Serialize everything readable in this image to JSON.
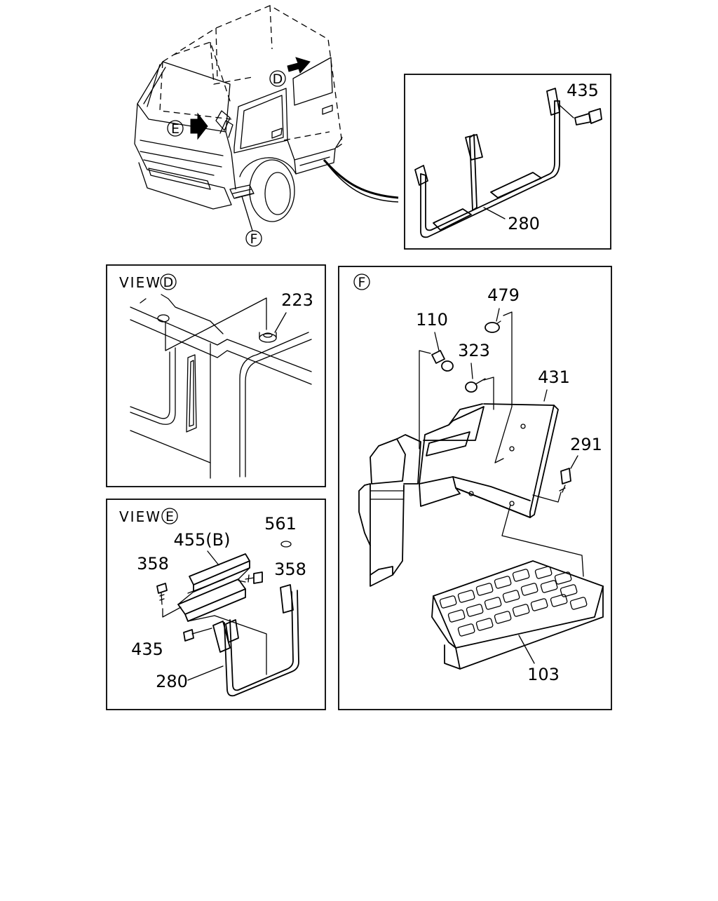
{
  "views": {
    "view_d_label": "VIEW",
    "view_d_letter": "D",
    "view_e_label": "VIEW",
    "view_e_letter": "E",
    "view_f_letter": "F"
  },
  "overview": {
    "marker_d": "D",
    "marker_e": "E",
    "marker_f": "F"
  },
  "parts": {
    "p435_top": "435",
    "p280_top": "280",
    "p223": "223",
    "p561": "561",
    "p455b": "455(B)",
    "p358_left": "358",
    "p358_right": "358",
    "p435_e": "435",
    "p280_e": "280",
    "p479": "479",
    "p110": "110",
    "p323": "323",
    "p431": "431",
    "p291": "291",
    "p103": "103"
  }
}
